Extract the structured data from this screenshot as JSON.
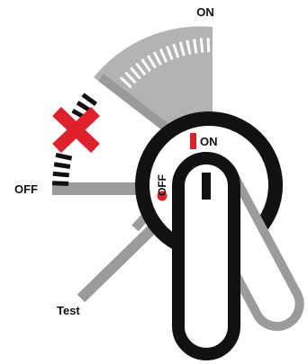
{
  "labels": {
    "on_top": "ON",
    "off_left": "OFF",
    "test": "Test",
    "dial_on": "ON",
    "dial_off": "OFF"
  },
  "colors": {
    "sector_light": "#b3b3b3",
    "sector_dark": "#9a9a9a",
    "line": "#9b9b9b",
    "ink": "#111111",
    "accent_red": "#e0202a"
  },
  "icons": {
    "forbidden_position": "red-x-icon",
    "on_indicator": "red-bar-icon",
    "off_indicator": "red-dot-icon"
  }
}
